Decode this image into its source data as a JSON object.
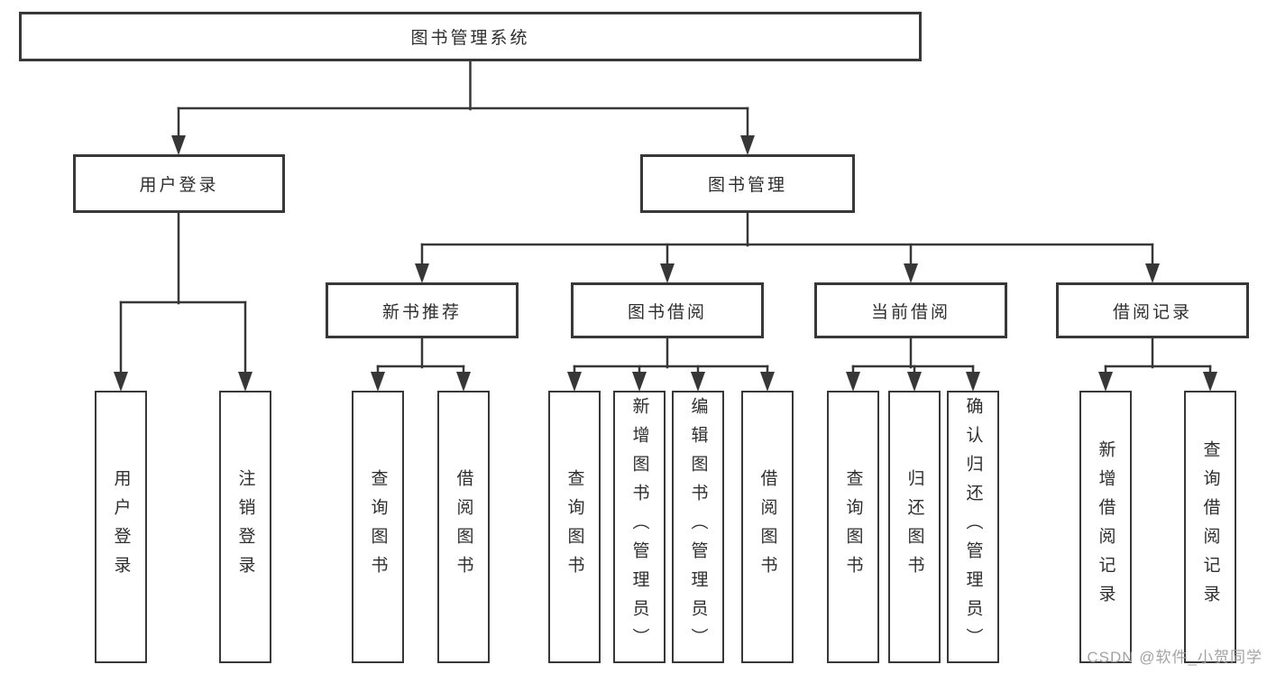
{
  "diagram_title": "图书管理系统",
  "tree": {
    "label": "图书管理系统",
    "children": [
      {
        "label": "用户登录",
        "children": [
          {
            "label": "用户登录"
          },
          {
            "label": "注销登录"
          }
        ]
      },
      {
        "label": "图书管理",
        "children": [
          {
            "label": "新书推荐",
            "children": [
              {
                "label": "查询图书"
              },
              {
                "label": "借阅图书"
              }
            ]
          },
          {
            "label": "图书借阅",
            "children": [
              {
                "label": "查询图书"
              },
              {
                "label": "新增图书（管理员）"
              },
              {
                "label": "编辑图书（管理员）"
              },
              {
                "label": "借阅图书"
              }
            ]
          },
          {
            "label": "当前借阅",
            "children": [
              {
                "label": "查询图书"
              },
              {
                "label": "归还图书"
              },
              {
                "label": "确认归还（管理员）"
              }
            ]
          },
          {
            "label": "借阅记录",
            "children": [
              {
                "label": "新增借阅记录"
              },
              {
                "label": "查询借阅记录"
              }
            ]
          }
        ]
      }
    ]
  },
  "watermark": "CSDN @软件_小贺同学",
  "colors": {
    "line": "#373737",
    "box_border": "#383838",
    "text": "#2e2e2e",
    "watermark_text": "#9e9e9e",
    "background": "#ffffff"
  }
}
